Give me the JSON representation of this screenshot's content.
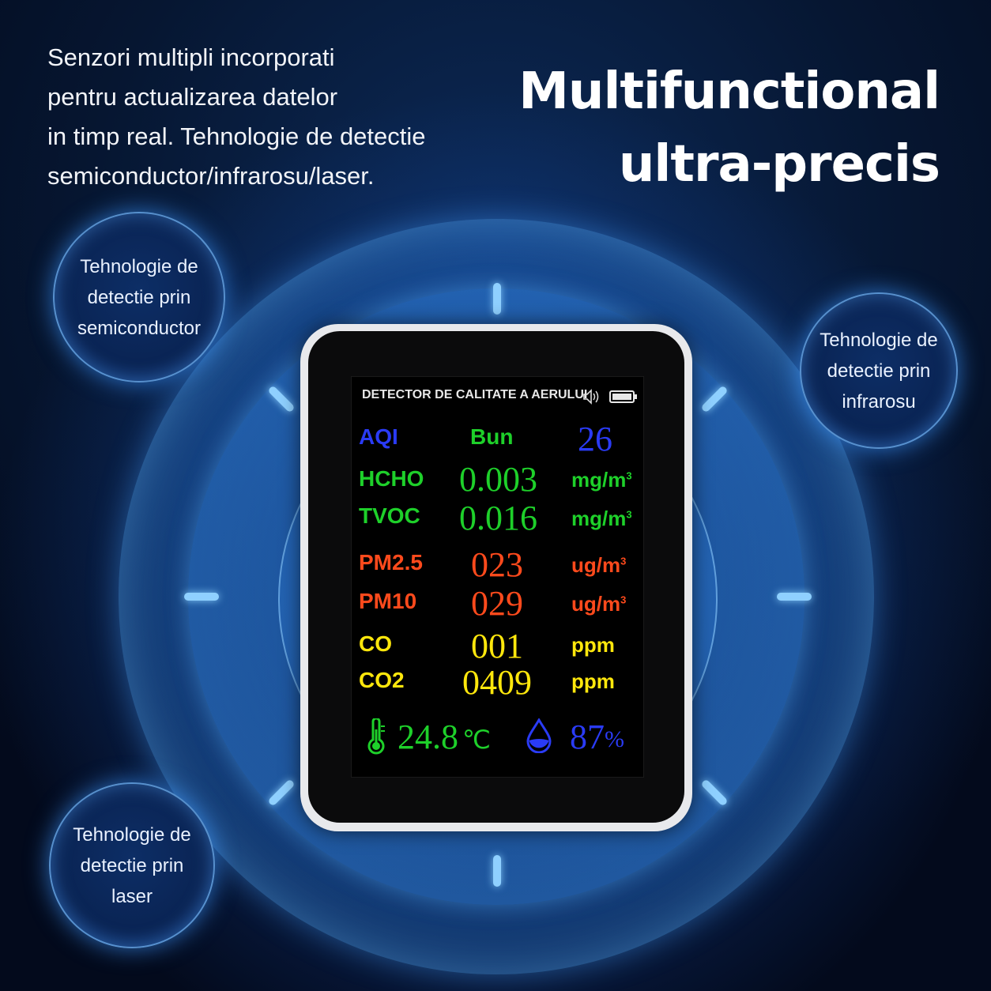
{
  "intro_lines": [
    "Senzori multipli incorporati",
    "pentru actualizarea datelor",
    "in timp real. Tehnologie de detectie",
    "semiconductor/infrarosu/laser."
  ],
  "headline": [
    "Multifunctional",
    "ultra-precis"
  ],
  "tech_bubbles": [
    [
      "Tehnologie de",
      "detectie prin",
      "semiconductor"
    ],
    [
      "Tehnologie de",
      "detectie prin",
      "infrarosu"
    ],
    [
      "Tehnologie de",
      "detectie prin",
      "laser"
    ]
  ],
  "screen": {
    "title": "DETECTOR DE CALITATE A AERULUI",
    "rows": [
      {
        "label": "AQI",
        "value": "Bun",
        "extra": "26",
        "unit": ""
      },
      {
        "label": "HCHO",
        "value": "0.003",
        "unit": "mg/m",
        "unit_sup": "3"
      },
      {
        "label": "TVOC",
        "value": "0.016",
        "unit": "mg/m",
        "unit_sup": "3"
      },
      {
        "label": "PM2.5",
        "value": "023",
        "unit": "ug/m",
        "unit_sup": "3"
      },
      {
        "label": "PM10",
        "value": "029",
        "unit": "ug/m",
        "unit_sup": "3"
      },
      {
        "label": "CO",
        "value": "001",
        "unit": "ppm"
      },
      {
        "label": "CO2",
        "value": "0409",
        "unit": "ppm"
      }
    ],
    "temperature": "24.8",
    "temperature_unit": "℃",
    "humidity": "87",
    "humidity_unit": "%"
  },
  "colors": {
    "aqi": "#2a3bf5",
    "voc": "#1ed02a",
    "pm": "#ff4a1c",
    "gas": "#ffe70c",
    "humidity": "#2a3bf5"
  },
  "icons": [
    "speaker-icon",
    "battery-icon",
    "thermometer-icon",
    "water-drop-icon"
  ]
}
